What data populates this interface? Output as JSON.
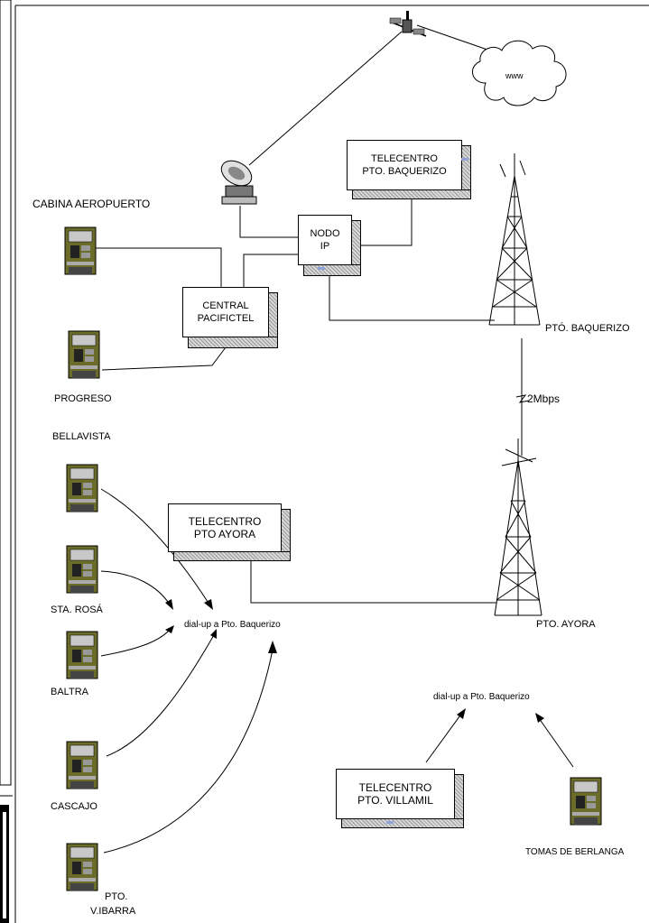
{
  "labels": {
    "cabina_aeropuerto": "CABINA AEROPUERTO",
    "progreso": "PROGRESO",
    "bellavista": "BELLAVISTA",
    "sta_rosa": "STA. ROSÁ",
    "baltra": "BALTRA",
    "cascajo": "CASCAJO",
    "pto_vibarra_1": "PTO.",
    "pto_vibarra_2": "V.IBARRA",
    "pto_baquerizo_tower": "PTÓ. BAQUERIZO",
    "link_speed": "2Mbps",
    "pto_ayora_tower": "PTO. AYORA",
    "dialup_left": "dial-up a Pto. Baquerizo",
    "dialup_right": "dial-up a Pto. Baquerizo",
    "tomas_de_berlanga": "TOMAS DE BERLANGA",
    "cloud": "www"
  },
  "boxes": {
    "telecentro_baquerizo": [
      "TELECENTRO",
      "PTO. BAQUERIZO"
    ],
    "nodo_ip": [
      "NODO",
      "IP"
    ],
    "central_pacifictel": [
      "CENTRAL",
      "PACIFICTEL"
    ],
    "telecentro_ayora": [
      "TELECENTRO",
      "PTO AYORA"
    ],
    "telecentro_villamil": [
      "TELECENTRO",
      "PTO. VILLAMIL"
    ]
  },
  "colors": {
    "line": "#000000",
    "kiosk_body": "#6b6b2a",
    "kiosk_screen": "#c8c8c8",
    "box_shadow": "#b0b0b0",
    "led": "#8fa3d8"
  }
}
